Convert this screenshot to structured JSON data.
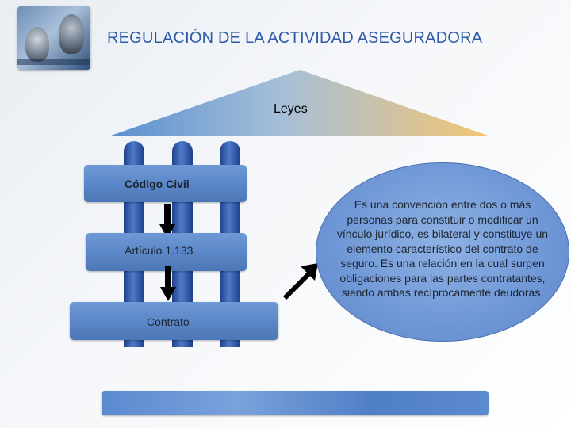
{
  "header": {
    "title": "REGULACIÓN DE LA ACTIVIDAD ASEGURADORA"
  },
  "diagram": {
    "roof_label": "Leyes",
    "box_top_label": "Código Civil",
    "box_middle_label": "Artículo 1.133",
    "box_bottom_label": "Contrato",
    "definition_text": "Es una convención entre dos o más personas para constituir o modificar un vínculo jurídico, es bilateral y constituye un elemento característico del contrato de seguro. Es una relación en la cual surgen obligaciones para las partes contratantes, siendo ambas recíprocamente deudoras."
  },
  "colors": {
    "title": "#2e5aa8",
    "roof_left": "#5a8fd0",
    "roof_right": "#f3c574",
    "column": "#2f56a8",
    "box": "#6a95d3",
    "ellipse": "#7aa0d9"
  }
}
